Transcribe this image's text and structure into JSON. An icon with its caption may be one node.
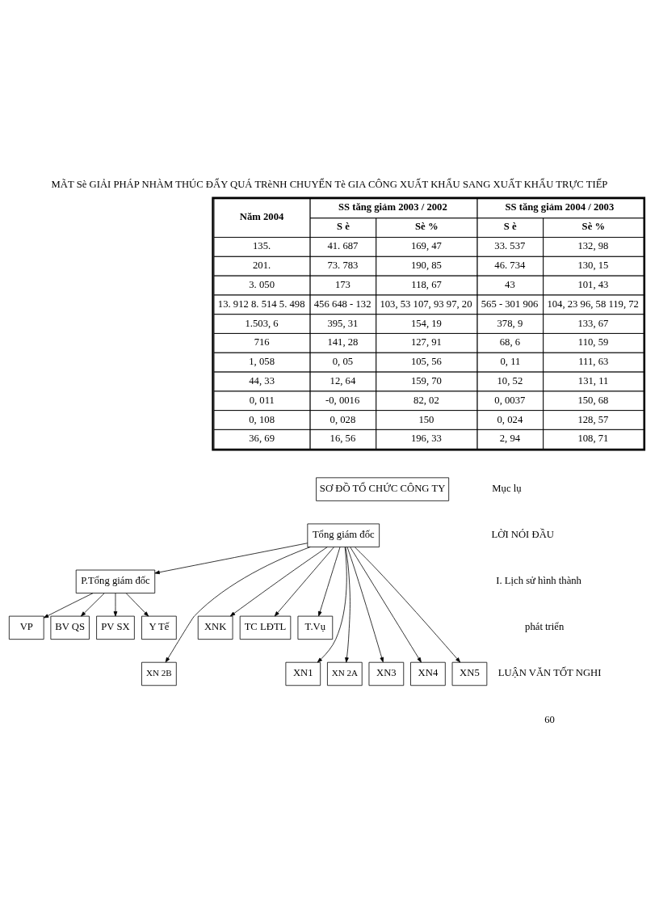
{
  "diagram": {
    "title": "MÃT Sè GIẢI PHÁP NHÀM THÚC ĐẨY QUÁ TRèNH CHUYỂN Tè GIA CÔNG XUẤT KHẨU SANG XUẤT KHẨU TRỰC TIẾP",
    "nodes": [
      {
        "text": [
          "SƠ ĐỒ TỔ CHỨC CÔNG TY"
        ]
      },
      {
        "text": [
          "Tổng giám đốc"
        ]
      },
      {
        "text": [
          "P.Tổng giám đốc"
        ]
      },
      {
        "text": [
          "VP"
        ]
      },
      {
        "text": [
          "BV QS"
        ]
      },
      {
        "text": [
          "PV SX"
        ]
      },
      {
        "text": [
          "Y Tế"
        ]
      },
      {
        "text": [
          "XNK"
        ]
      },
      {
        "text": [
          "TC LĐTL"
        ]
      },
      {
        "text": [
          "T.Vụ"
        ]
      },
      {
        "text": [
          "XN1"
        ]
      },
      {
        "text": [
          "XN 2A"
        ]
      },
      {
        "text": [
          "XN 2B"
        ]
      },
      {
        "text": [
          "XN3"
        ]
      },
      {
        "text": [
          "XN4"
        ]
      },
      {
        "text": [
          "XN5"
        ]
      }
    ],
    "edges": [
      {
        "from": 1,
        "to": 2,
        "arrow": "to"
      },
      {
        "from": 2,
        "to": 3,
        "arrow": "to"
      },
      {
        "from": 2,
        "to": 4,
        "arrow": "to"
      },
      {
        "from": 2,
        "to": 5,
        "arrow": "to"
      },
      {
        "from": 2,
        "to": 6,
        "arrow": "to"
      },
      {
        "from": 1,
        "to": 7,
        "arrow": "to"
      },
      {
        "from": 1,
        "to": 8,
        "arrow": "to"
      },
      {
        "from": 1,
        "to": 9,
        "arrow": "to"
      },
      {
        "from": 1,
        "to": 10,
        "arrow": "to"
      },
      {
        "from": 1,
        "to": 11,
        "arrow": "to"
      },
      {
        "from": 1,
        "to": 12,
        "arrow": "to"
      },
      {
        "from": 1,
        "to": 13,
        "arrow": "to"
      },
      {
        "from": 1,
        "to": 14,
        "arrow": "to"
      },
      {
        "from": 1,
        "to": 15,
        "arrow": "to"
      }
    ],
    "labels": [
      "Năm 2004",
      "SS tăng giảm 2003 / 2002",
      "SS tăng giảm 2004 / 2003",
      "S è",
      "Sè %",
      "S è",
      "Sè %",
      "135.",
      "41. 687",
      "169, 47",
      "33. 537",
      "132, 98",
      "201.",
      "73. 783",
      "190, 85",
      "46. 734",
      "130, 15",
      "3. 050",
      "173",
      "118, 67",
      "43",
      "101, 43",
      "13. 912 8. 514 5. 498",
      "456 648 - 132",
      "103, 53 107, 93 97, 20",
      "565 - 301 906",
      "104, 23 96, 58 119, 72",
      "1.503, 6",
      "395, 31",
      "154, 19",
      "378, 9",
      "133, 67",
      "716",
      "141, 28",
      "127, 91",
      "68, 6",
      "110, 59",
      "1, 058",
      "0, 05",
      "105, 56",
      "0, 11",
      "111, 63",
      "44, 33",
      "12, 64",
      "159, 70",
      "10, 52",
      "131, 11",
      "0, 011",
      "-0, 0016",
      "82, 02",
      "0, 0037",
      "150, 68",
      "0, 108",
      "0, 028",
      "150",
      "0, 024",
      "128, 57",
      "36, 69",
      "16, 56",
      "196, 33",
      "2, 94",
      "108, 71",
      "Mục lụ",
      "LỜI NÓI ĐẦU",
      "I. Lịch sử hình thành",
      "phát triển",
      "LUẬN VĂN TỐT NGHI",
      "60"
    ]
  }
}
